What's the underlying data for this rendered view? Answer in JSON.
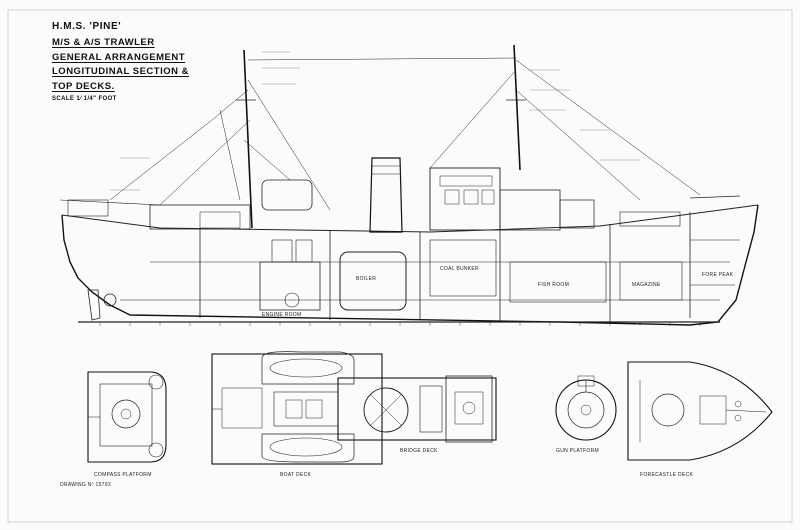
{
  "title": {
    "ship": "H.M.S. 'PINE'",
    "type": "M/S & A/S TRAWLER",
    "line1": "GENERAL ARRANGEMENT",
    "line2": "LONGITUDINAL SECTION &",
    "line3": "TOP DECKS.",
    "scale": "SCALE 1⁄ 1/4\" FOOT"
  },
  "view_labels": {
    "compass_platform": "COMPASS PLATFORM",
    "boat_deck": "BOAT DECK",
    "bridge_deck": "BRIDGE DECK",
    "gun_platform": "GUN PLATFORM",
    "forecastle_deck": "FORECASTLE DECK"
  },
  "drawing_number": "DRAWING Nº 15793",
  "section_labels": {
    "boiler": "BOILER",
    "coal_bunker": "COAL BUNKER",
    "fish_room": "FISH ROOM",
    "magazine": "MAGAZINE",
    "fore_peak": "FORE PEAK",
    "engine_room": "ENGINE ROOM"
  }
}
